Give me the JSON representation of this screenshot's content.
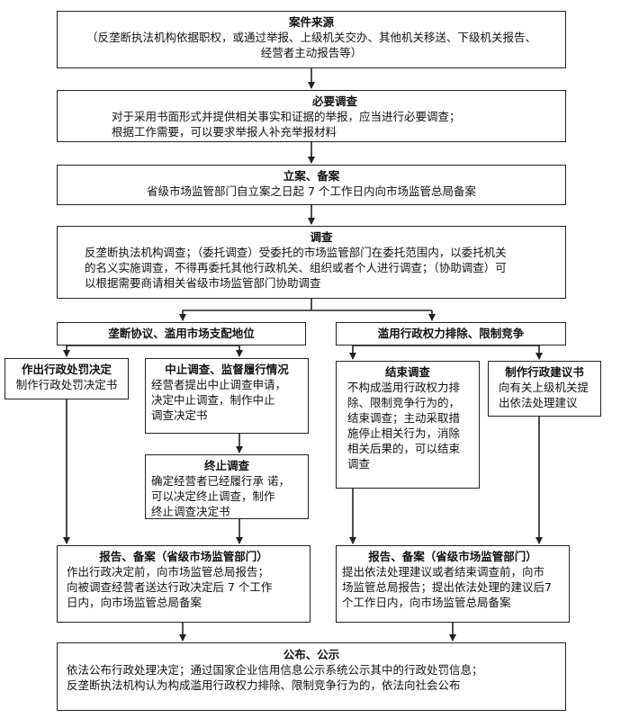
{
  "boxes": {
    "source": {
      "title": "案件来源",
      "body": "（反垄断执法机构依据职权，或通过举报、上级机关交办、其他机关移送、下级机关报告、\n经营者主动报告等）"
    },
    "necessary": {
      "title": "必要调查",
      "body": "对于采用书面形式并提供相关事实和证据的举报，应当进行必要调查；\n根据工作需要，可以要求举报人补充举报材料"
    },
    "filing": {
      "title": "立案、备案",
      "body": "省级市场监管部门自立案之日起 7 个工作日内向市场监管总局备案"
    },
    "investigation": {
      "title": "调查",
      "body": "反垄断执法机构调查；（委托调查）受委托的市场监管部门在委托范围内，以委托机关\n的名义实施调查，不得再委托其他行政机关、组织或者个人进行调查；（协助调查）可\n以根据需要商请相关省级市场监管部门协助调查"
    },
    "monopoly": {
      "title": "垄断协议、滥用市场支配地位"
    },
    "abuse": {
      "title": "滥用行政权力排除、限制竞争"
    },
    "penalty": {
      "title": "作出行政处罚决定",
      "body": "制作行政处罚决定书"
    },
    "suspend": {
      "title": "中止调查、监督履行情况",
      "body": "经营者提出中止调查申请，\n决定中止调查，制作中止\n调查决定书"
    },
    "terminate": {
      "title": "终止调查",
      "body": "确定经营者已经履行承 诺，\n可以决定终止调查，制作\n终止调查决定书"
    },
    "end_investigation": {
      "title": "结束调查",
      "body": "不构成滥用行政权力排\n除、限制竞争行为的，\n结束调查；主动采取措\n施停止相关行为，消除\n相关后果的，可以结束\n调查"
    },
    "suggestion": {
      "title": "制作行政建议书",
      "body": "向有关上级机关提\n出依法处理建议"
    },
    "report_left": {
      "title": "报告、备案（省级市场监管部门）",
      "body": "作出行政决定前，向市场监管总局报告；\n向被调查经营者送达行政决定后 7 个工作\n日内，向市场监管总局备案"
    },
    "report_right": {
      "title": "报告、备案（省级市场监管部门）",
      "body": "提出依法处理建议或者结束调查前，向市\n场监管总局报告；提出依法处理的建议后7\n个工作日内，向市场监管总局备案"
    },
    "publish": {
      "title": "公布、公示",
      "body": "依法公布行政处理决定；通过国家企业信用信息公示系统公示其中的行政处罚信息；\n反垄断执法机构认为构成滥用行政权力排除、限制竞争行为的，依法向社会公布"
    }
  }
}
